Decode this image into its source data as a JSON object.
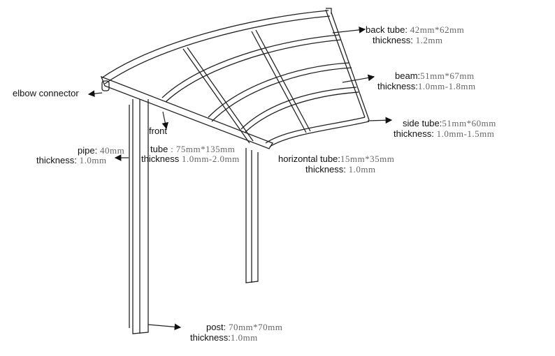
{
  "labels": {
    "back_tube": {
      "name": "back tube:",
      "size": " 42mm*62mm",
      "thickness_label": "thickness:",
      "thickness": "  1.2mm"
    },
    "beam": {
      "name": "beam:",
      "size": "51mm*67mm",
      "thickness_label": "thickness:",
      "thickness": "1.0mm-1.8mm"
    },
    "side_tube": {
      "name": "side tube:",
      "size": "51mm*60mm",
      "thickness_label": "thickness:",
      "thickness": "  1.0mm-1.5mm"
    },
    "horizontal_tube": {
      "name": "horizontal tube:",
      "size": "15mm*35mm",
      "thickness_label": "thickness:",
      "thickness": " 1.0mm"
    },
    "elbow_connector": {
      "name": "elbow connector"
    },
    "front_tube": {
      "name_1": "front",
      "name_2": "tube",
      "size": " : 75mm*135mm",
      "thickness_label": "thickness",
      "thickness": " 1.0mm-2.0mm"
    },
    "pipe": {
      "name": "pipe:",
      "size": " 40mm",
      "thickness_label": "thickness:",
      "thickness": " 1.0mm"
    },
    "post": {
      "name": "post:",
      "size": " 70mm*70mm",
      "thickness_label": "thickness:",
      "thickness": "1.0mm"
    }
  }
}
